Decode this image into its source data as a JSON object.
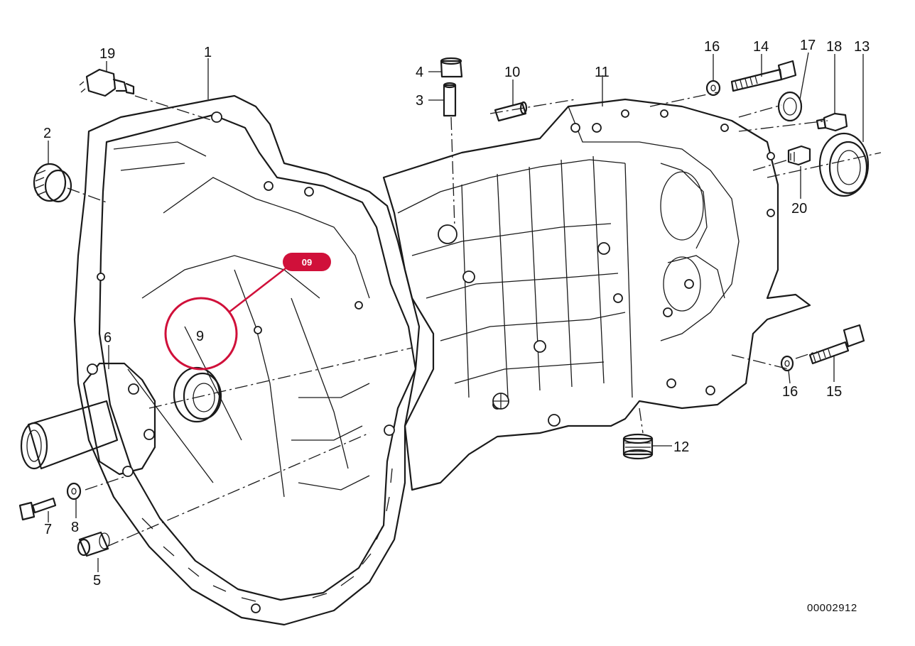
{
  "diagram": {
    "labels": [
      "1",
      "2",
      "3",
      "4",
      "5",
      "6",
      "7",
      "8",
      "9",
      "10",
      "11",
      "12",
      "13",
      "14",
      "15",
      "16",
      "17",
      "18",
      "19",
      "20"
    ],
    "highlight": {
      "badge": "09",
      "part": "9",
      "color": "#d0103a"
    },
    "reference_number": "00002912"
  }
}
